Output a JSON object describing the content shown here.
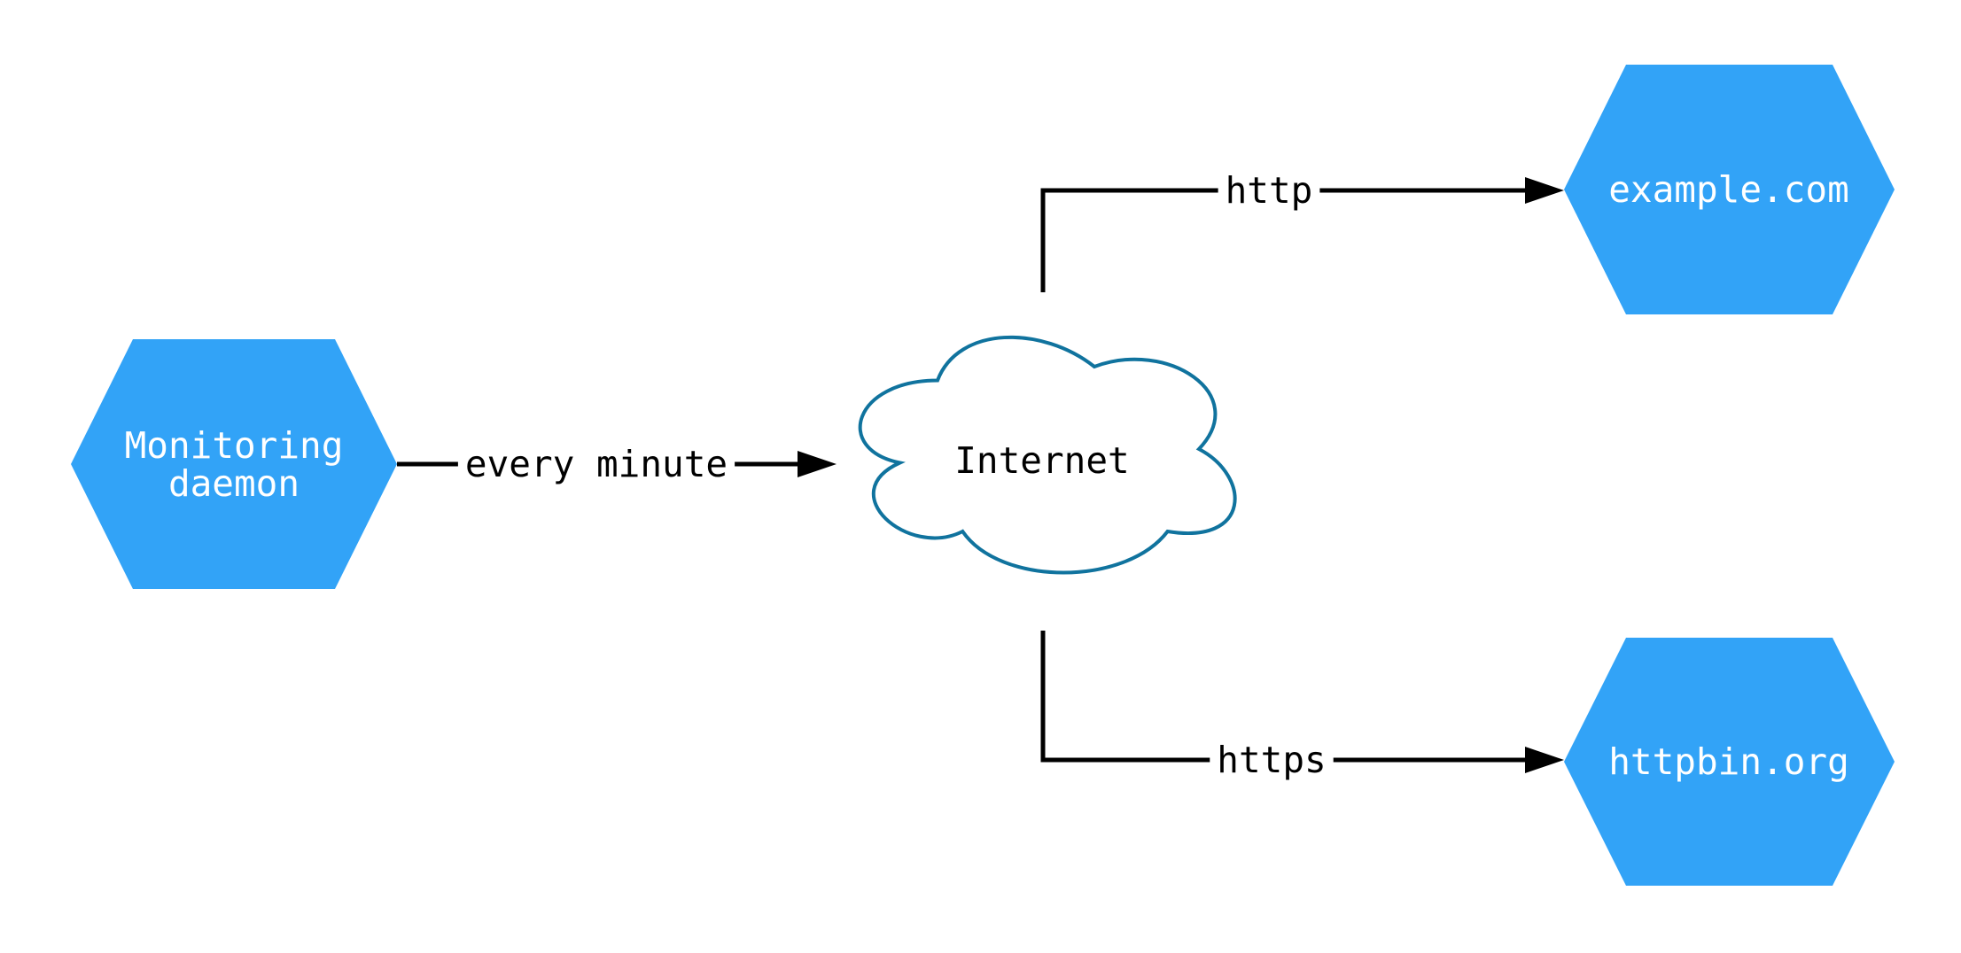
{
  "diagram": {
    "type": "network-monitoring-diagram",
    "background_color": "#FFFFFF",
    "colors": {
      "node_fill": "#32A3F7",
      "node_text": "#FFFFFF",
      "cloud_fill": "#FFFFFF",
      "cloud_stroke": "#10739E",
      "edge_color": "#000000",
      "edge_label_color": "#000000"
    },
    "nodes": {
      "monitoring_daemon": {
        "shape": "hexagon",
        "label": "Monitoring daemon",
        "label_line1": "Monitoring",
        "label_line2": "daemon"
      },
      "internet": {
        "shape": "cloud",
        "label": "Internet"
      },
      "example_com": {
        "shape": "hexagon",
        "label": "example.com"
      },
      "httpbin_org": {
        "shape": "hexagon",
        "label": "httpbin.org"
      }
    },
    "edges": {
      "monitoring_to_internet": {
        "from": "Monitoring daemon",
        "to": "Internet",
        "label": "every minute"
      },
      "internet_to_example": {
        "from": "Internet",
        "to": "example.com",
        "label": "http"
      },
      "internet_to_httpbin": {
        "from": "Internet",
        "to": "httpbin.org",
        "label": "https"
      }
    }
  }
}
